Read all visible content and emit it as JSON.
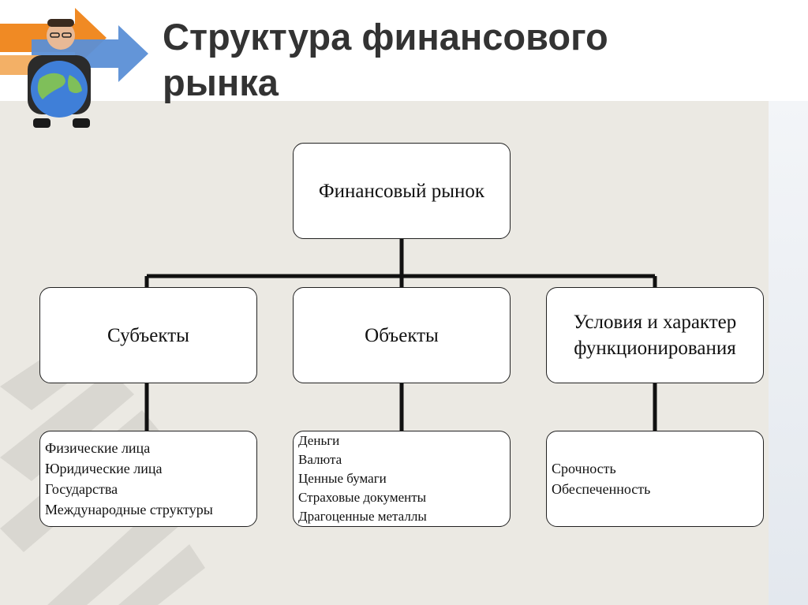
{
  "slide": {
    "title_line1": "Структура финансового",
    "title_line2": "рынка"
  },
  "diagram": {
    "root": "Финансовый рынок",
    "branches": [
      {
        "label": "Субъекты",
        "items": [
          "Физические лица",
          "Юридические лица",
          "Государства",
          "Международные структуры"
        ]
      },
      {
        "label": "Объекты",
        "items": [
          "Деньги",
          "Валюта",
          "Ценные бумаги",
          "Страховые документы",
          "Драгоценные металлы"
        ]
      },
      {
        "label_line1": "Условия и характер",
        "label_line2": "функционирования",
        "items": [
          "Срочность",
          "Обеспеченность"
        ]
      }
    ]
  },
  "colors": {
    "accent_arrow_orange": "#f08a24",
    "accent_arrow_blue": "#5b8fd6",
    "band": "#ebe9e3"
  }
}
